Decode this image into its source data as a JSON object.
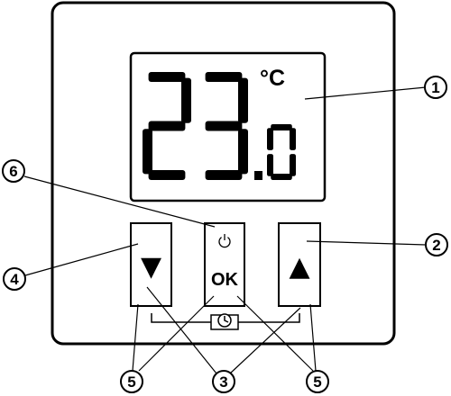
{
  "display": {
    "temperature": "23.0",
    "unit": "°C"
  },
  "buttons": {
    "down": {
      "symbol": "▼"
    },
    "ok": {
      "label": "OK",
      "icon": "power-icon"
    },
    "up": {
      "symbol": "▲"
    }
  },
  "combo_icon": "clock-icon",
  "callouts": [
    "1",
    "2",
    "3",
    "4",
    "5",
    "6"
  ]
}
